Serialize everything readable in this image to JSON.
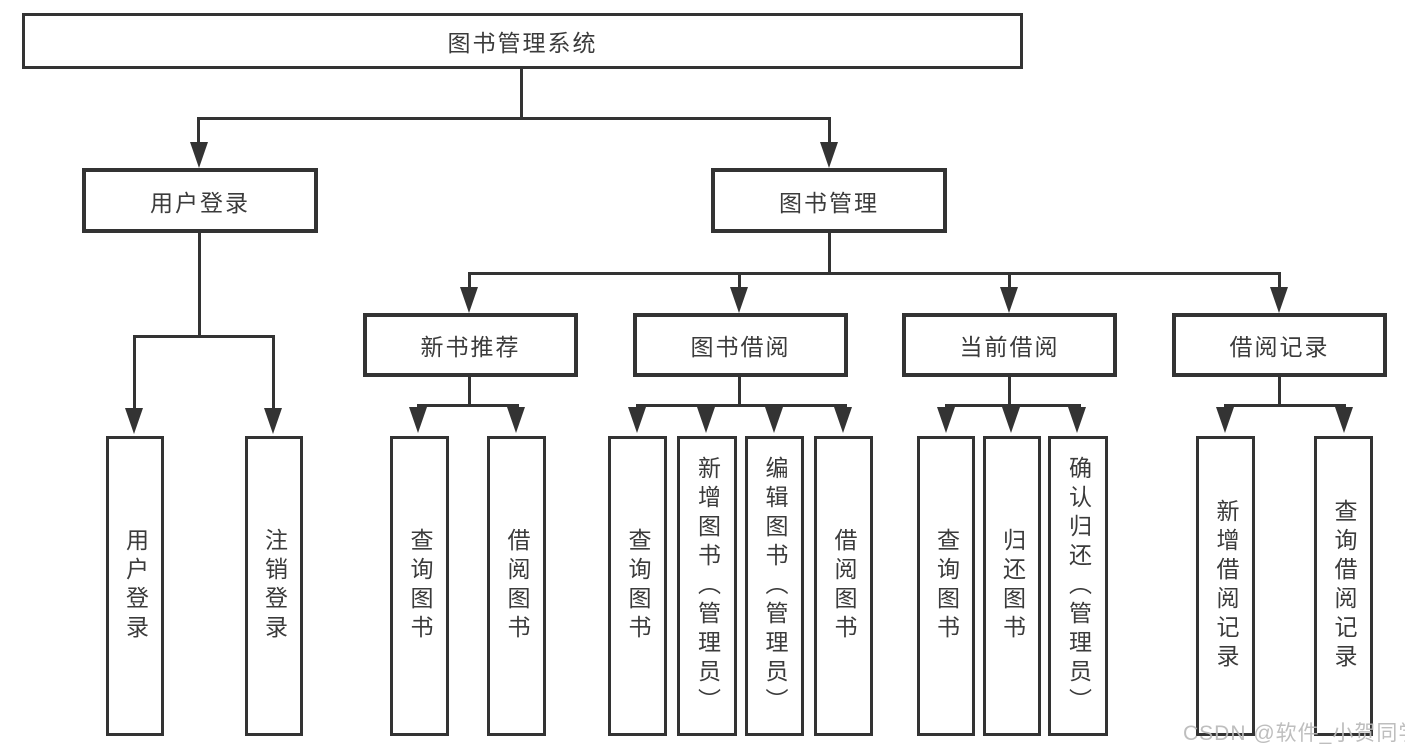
{
  "diagram": {
    "title": "图书管理系统",
    "watermark": "CSDN @软件_小贺同学",
    "colors": {
      "line": "#333333",
      "text": "#3b3b3b",
      "watermark": "#bababa",
      "background": "#ffffff"
    },
    "nodes": {
      "root": "图书管理系统",
      "user_login": "用户登录",
      "book_mgmt": "图书管理",
      "new_book": "新书推荐",
      "book_borrow": "图书借阅",
      "current_borrow": "当前借阅",
      "borrow_record": "借阅记录"
    },
    "leaves": {
      "user_login": [
        "用户登录",
        "注销登录"
      ],
      "new_book": [
        "查询图书",
        "借阅图书"
      ],
      "book_borrow": [
        "查询图书",
        "新增图书（管理员）",
        "编辑图书（管理员）",
        "借阅图书"
      ],
      "current_borrow": [
        "查询图书",
        "归还图书",
        "确认归还（管理员）"
      ],
      "borrow_record": [
        "新增借阅记录",
        "查询借阅记录"
      ]
    }
  }
}
